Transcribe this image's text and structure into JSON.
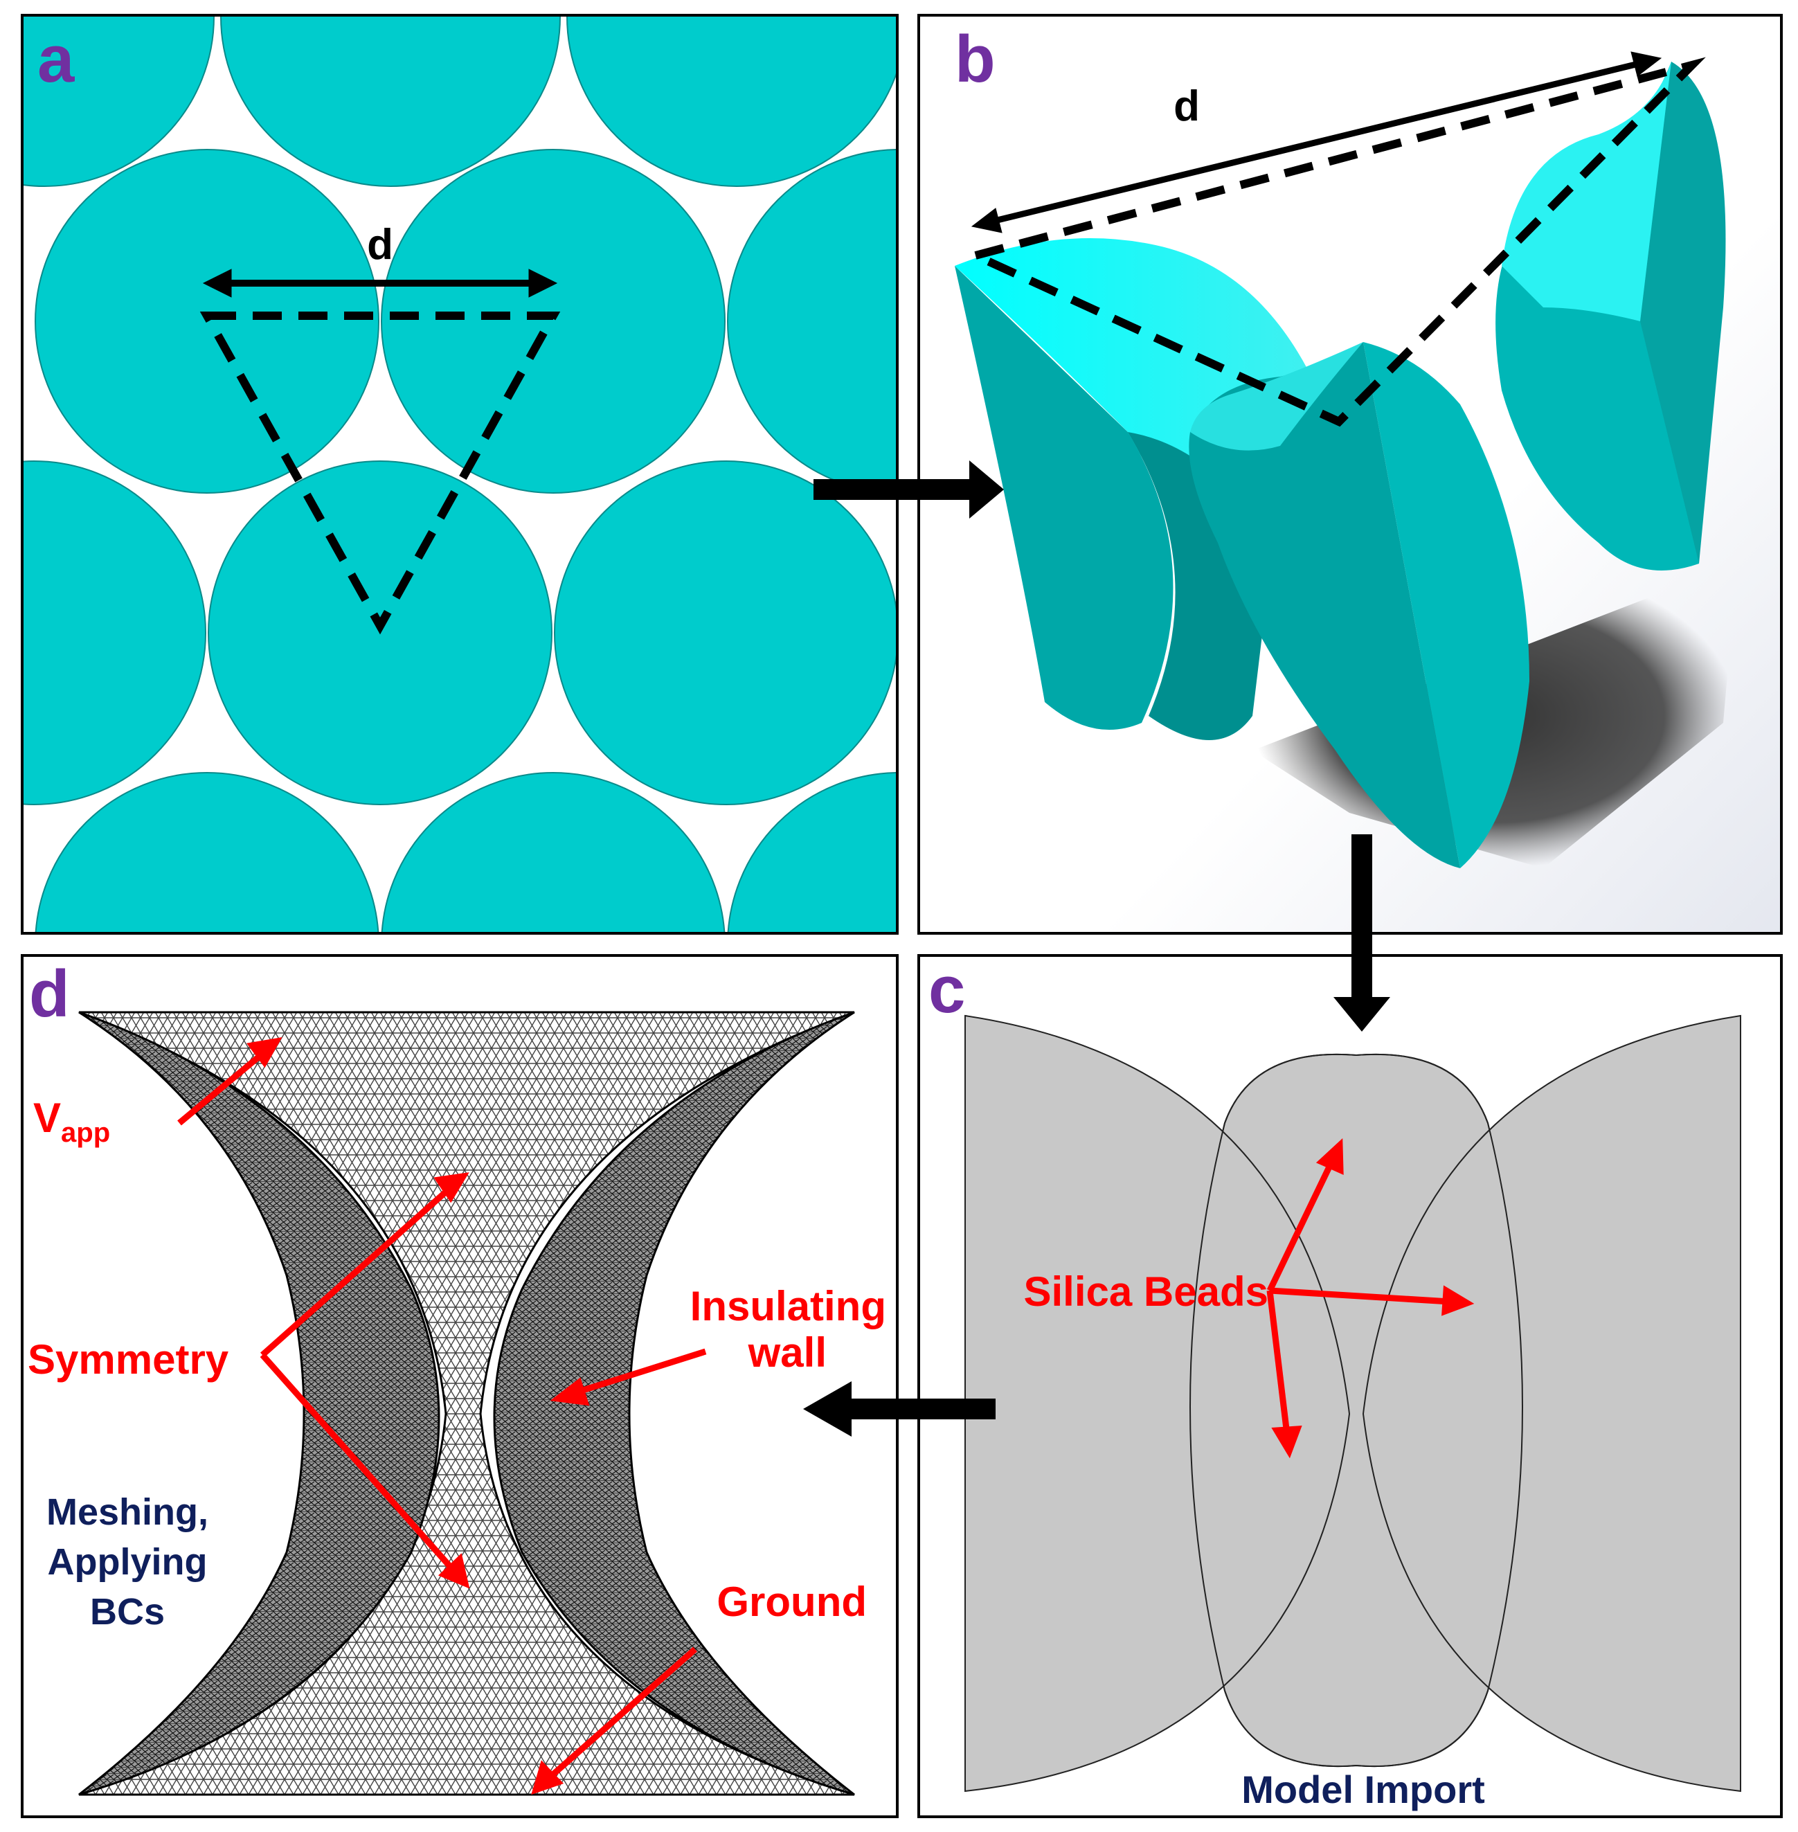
{
  "panels": {
    "a": {
      "label": "a",
      "dimension_label": "d"
    },
    "b": {
      "label": "b",
      "dimension_label": "d"
    },
    "c": {
      "label": "c",
      "annotation": "Silica Beads",
      "caption": "Model Import"
    },
    "d": {
      "label": "d",
      "vapp_main": "V",
      "vapp_sub": "app",
      "symmetry": "Symmetry",
      "insulating_line1": "Insulating",
      "insulating_line2": "wall",
      "ground": "Ground",
      "caption_line1": "Meshing,",
      "caption_line2": "Applying",
      "caption_line3": "BCs"
    }
  },
  "colors": {
    "bead_cyan": "#00cccc",
    "bead_3d_light": "#00e5e5",
    "bead_3d_dark": "#009b9b",
    "model_gray": "#c8c8c8",
    "label_purple": "#7030a0",
    "annotation_red": "#ff0000",
    "caption_navy": "#0f1f5c"
  }
}
